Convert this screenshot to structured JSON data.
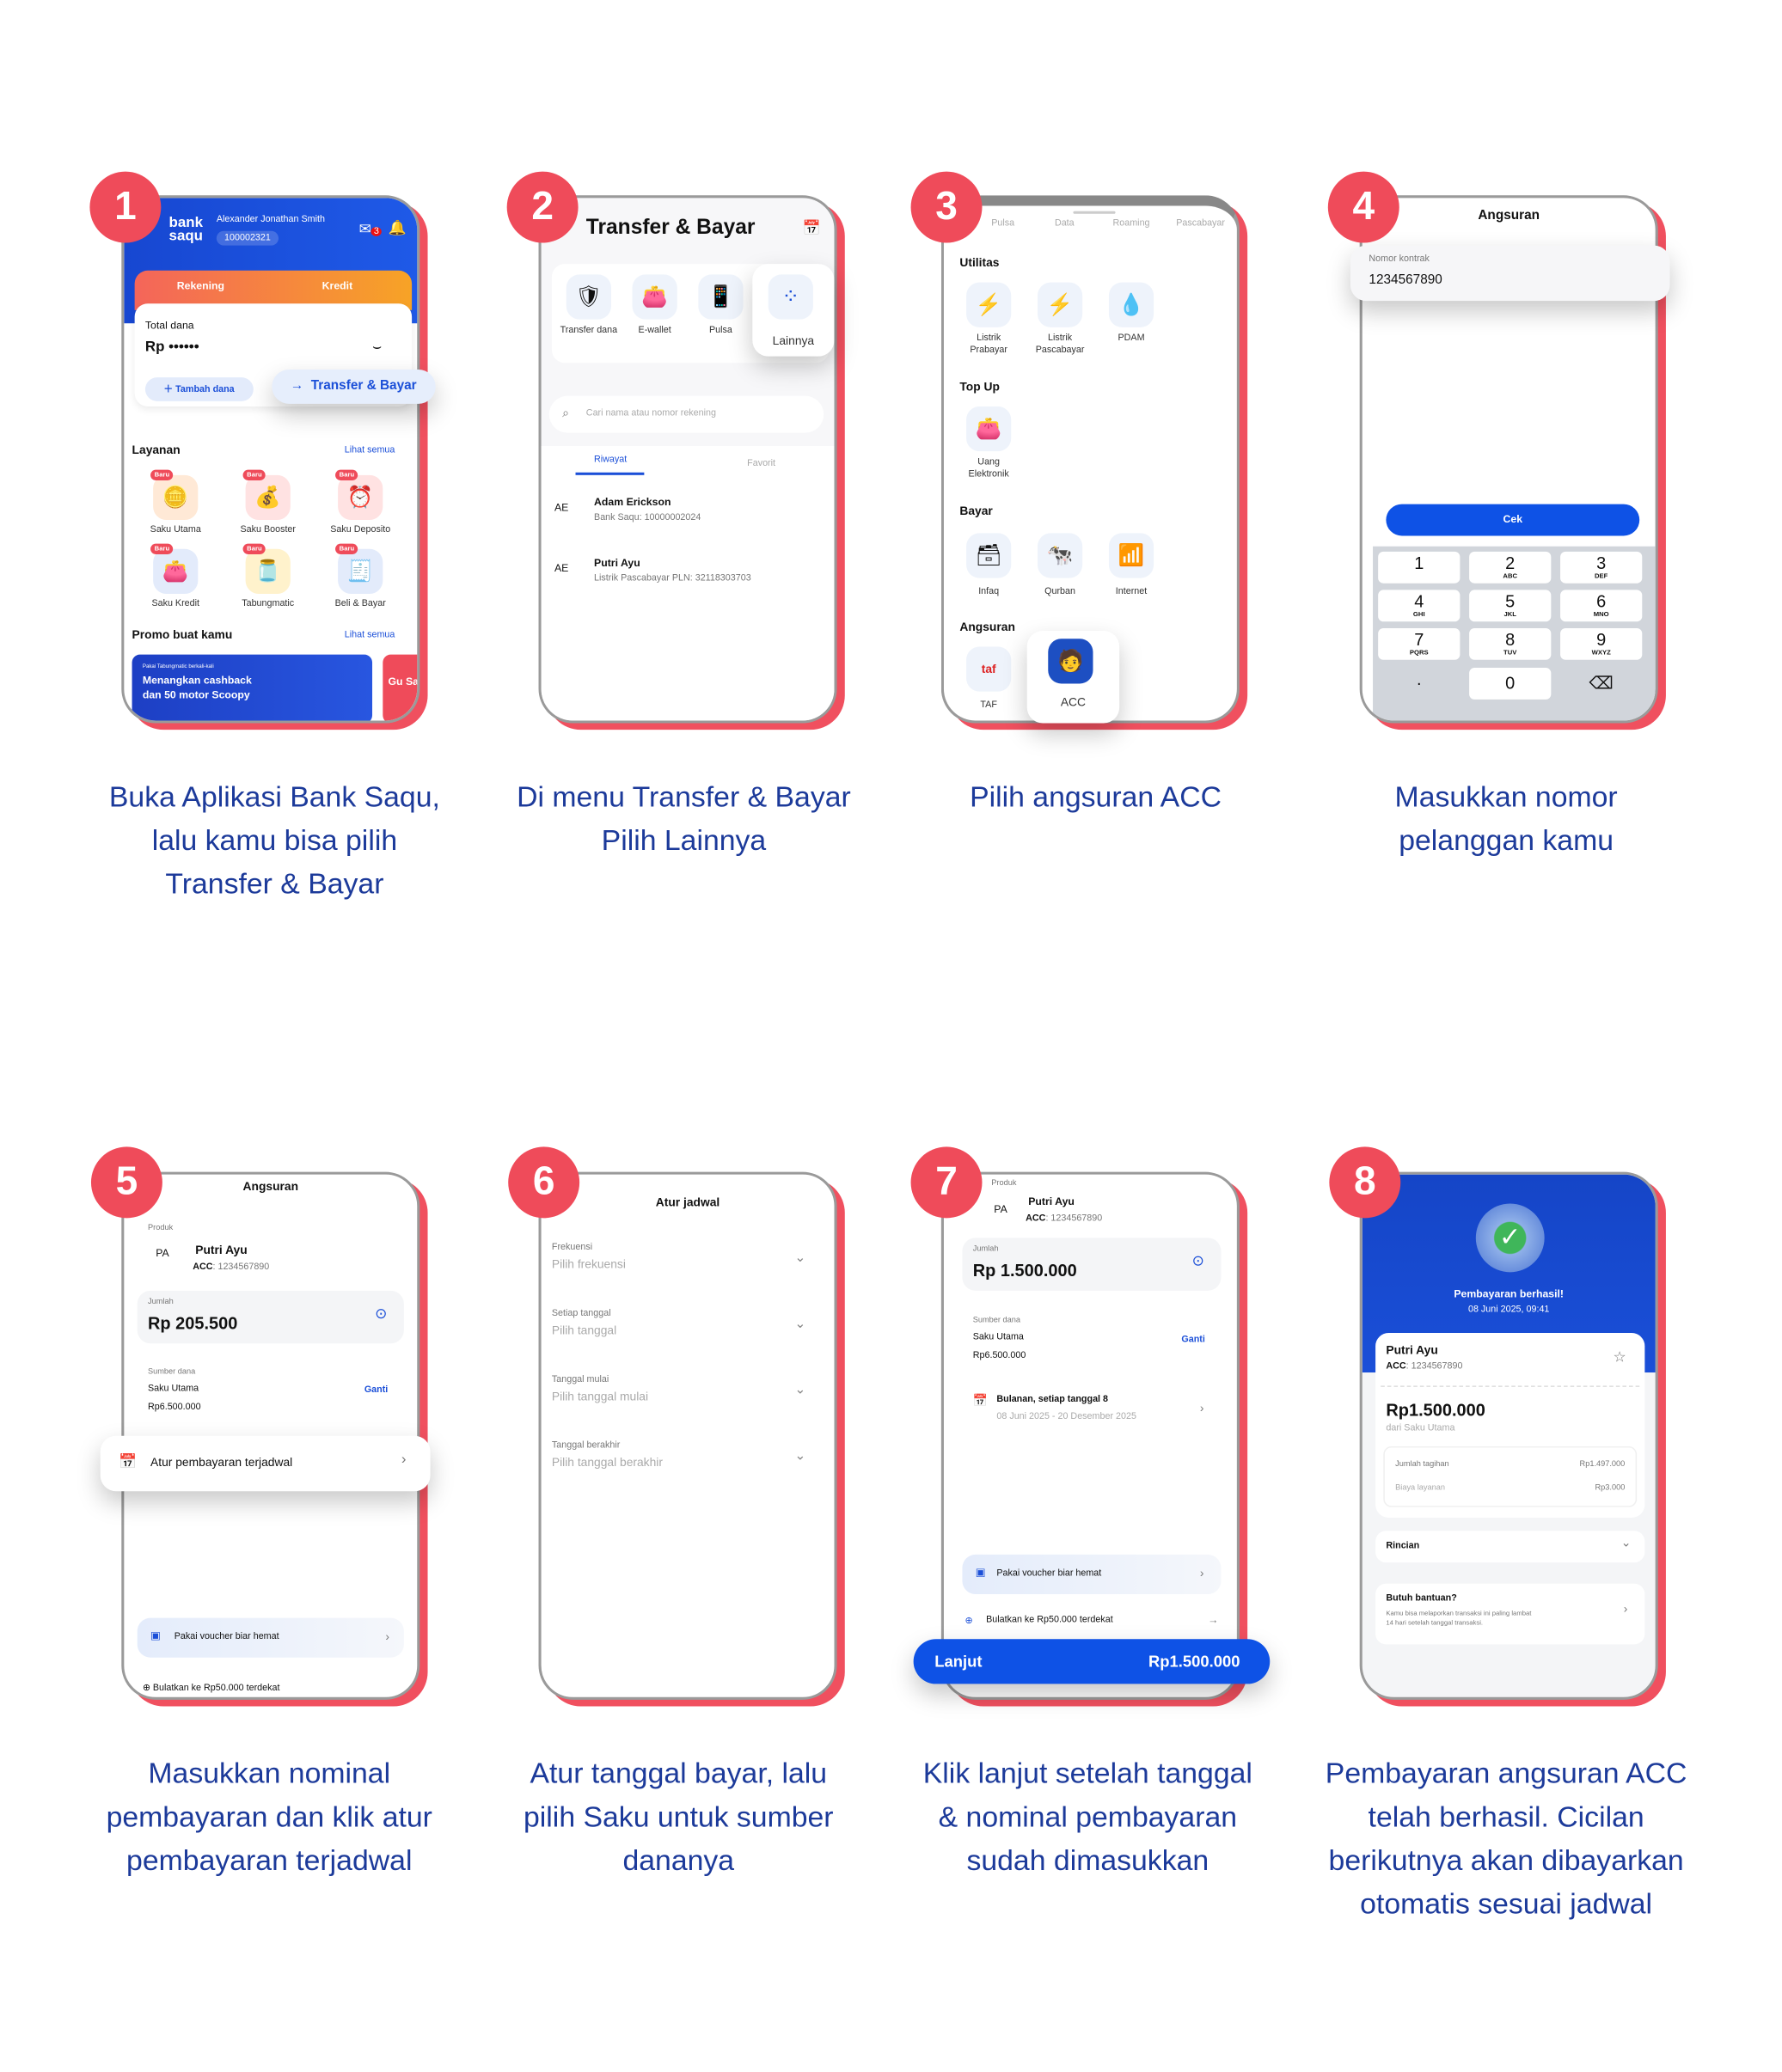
{
  "colors": {
    "accent_red": "#ef4b5a",
    "brand_blue": "#1b4fd8",
    "caption_blue": "#1c3a9a"
  },
  "steps": [
    {
      "number": "1",
      "caption": [
        "Buka Aplikasi Bank Saqu,",
        "lalu kamu bisa pilih",
        "Transfer & Bayar"
      ]
    },
    {
      "number": "2",
      "caption": [
        "Di menu Transfer & Bayar",
        "Pilih Lainnya"
      ]
    },
    {
      "number": "3",
      "caption": [
        "Pilih angsuran ACC"
      ]
    },
    {
      "number": "4",
      "caption": [
        "Masukkan nomor",
        "pelanggan kamu"
      ]
    },
    {
      "number": "5",
      "caption": [
        "Masukkan nominal",
        "pembayaran dan klik atur",
        "pembayaran terjadwal"
      ]
    },
    {
      "number": "6",
      "caption": [
        "Atur tanggal bayar, lalu",
        "pilih Saku untuk sumber",
        "dananya"
      ]
    },
    {
      "number": "7",
      "caption": [
        "Klik lanjut setelah tanggal",
        "& nominal pembayaran",
        "sudah dimasukkan"
      ]
    },
    {
      "number": "8",
      "caption": [
        "Pembayaran angsuran ACC",
        "telah berhasil. Cicilan",
        "berikutnya akan dibayarkan",
        "otomatis sesuai jadwal"
      ]
    }
  ],
  "s1": {
    "logo": "bank saqu",
    "user": "Alexander Jonathan Smith",
    "account": "100002321",
    "notif_count": "3",
    "tab_rekening": "Rekening",
    "tab_kredit": "Kredit",
    "total_label": "Total dana",
    "total_value": "Rp ••••••",
    "tambah": "Tambah dana",
    "transfer": "Transfer & Bayar",
    "layanan": "Layanan",
    "lihat": "Lihat semua",
    "new_badge": "Baru",
    "services": [
      "Saku Utama",
      "Saku Booster",
      "Saku Deposito",
      "Saku Kredit",
      "Tabungmatic",
      "Beli & Bayar"
    ],
    "promo": "Promo buat kamu",
    "promo_small": "Pakai Tabungmatic berkali-kali",
    "promo_line1": "Menangkan cashback",
    "promo_line2": "dan 50 motor Scoopy",
    "promo2": "Gu Sa"
  },
  "s2": {
    "title": "Transfer & Bayar",
    "menu": [
      "Transfer dana",
      "E-wallet",
      "Pulsa"
    ],
    "lainnya": "Lainnya",
    "search_placeholder": "Cari nama atau nomor rekening",
    "tab_riwayat": "Riwayat",
    "tab_favorit": "Favorit",
    "history": [
      {
        "initials": "AE",
        "name": "Adam Erickson",
        "detail": "Bank Saqu: 10000002024"
      },
      {
        "initials": "AE",
        "name": "Putri Ayu",
        "detail": "Listrik Pascabayar PLN: 32118303703"
      }
    ]
  },
  "s3": {
    "top_tabs": [
      "Pulsa",
      "Data",
      "Roaming",
      "Pascabayar"
    ],
    "utilitas": "Utilitas",
    "utilitas_items": [
      "Listrik Prabayar",
      "Listrik Pascabayar",
      "PDAM"
    ],
    "topup": "Top Up",
    "topup_items": [
      "Uang Elektronik"
    ],
    "bayar": "Bayar",
    "bayar_items": [
      "Infaq",
      "Qurban",
      "Internet"
    ],
    "angsuran": "Angsuran",
    "angsuran_items": [
      "TAF",
      "ACC"
    ],
    "taf_logo": "taf"
  },
  "s4": {
    "title": "Angsuran",
    "field_label": "Nomor kontrak",
    "field_value": "1234567890",
    "cek": "Cek",
    "keys": [
      [
        "1",
        ""
      ],
      [
        "2",
        "ABC"
      ],
      [
        "3",
        "DEF"
      ],
      [
        "4",
        "GHI"
      ],
      [
        "5",
        "JKL"
      ],
      [
        "6",
        "MNO"
      ],
      [
        "7",
        "PQRS"
      ],
      [
        "8",
        "TUV"
      ],
      [
        "9",
        "WXYZ"
      ]
    ],
    "dot": ".",
    "zero": "0"
  },
  "s5": {
    "title": "Angsuran",
    "produk": "Produk",
    "initials": "PA",
    "name": "Putri Ayu",
    "acc_label": "ACC",
    "acc_no": ": 1234567890",
    "jumlah": "Jumlah",
    "amount": "Rp 205.500",
    "sumber": "Sumber dana",
    "saku": "Saku Utama",
    "saldo": "Rp6.500.000",
    "ganti": "Ganti",
    "atur": "Atur pembayaran terjadwal",
    "voucher": "Pakai voucher biar hemat",
    "bulatkan": "Bulatkan ke Rp50.000 terdekat"
  },
  "s6": {
    "title": "Atur jadwal",
    "fields": [
      {
        "label": "Frekuensi",
        "placeholder": "Pilih frekuensi"
      },
      {
        "label": "Setiap tanggal",
        "placeholder": "Pilih tanggal"
      },
      {
        "label": "Tanggal mulai",
        "placeholder": "Pilih tanggal mulai"
      },
      {
        "label": "Tanggal berakhir",
        "placeholder": "Pilih tanggal berakhir"
      }
    ]
  },
  "s7": {
    "produk": "Produk",
    "initials": "PA",
    "name": "Putri Ayu",
    "acc_label": "ACC",
    "acc_no": ": 1234567890",
    "jumlah": "Jumlah",
    "amount": "Rp 1.500.000",
    "sumber": "Sumber dana",
    "saku": "Saku Utama",
    "saldo": "Rp6.500.000",
    "ganti": "Ganti",
    "schedule": "Bulanan, setiap tanggal 8",
    "schedule_range": "08 Juni 2025 - 20 Desember 2025",
    "voucher": "Pakai voucher biar hemat",
    "bulatkan": "Bulatkan ke Rp50.000 terdekat",
    "lanjut": "Lanjut",
    "lanjut_amount": "Rp1.500.000"
  },
  "s8": {
    "status": "Pembayaran berhasil!",
    "datetime": "08 Juni 2025, 09:41",
    "name": "Putri Ayu",
    "acc_label": "ACC",
    "acc_no": ": 1234567890",
    "amount": "Rp1.500.000",
    "source": "dari Saku Utama",
    "tagihan_label": "Jumlah tagihan",
    "tagihan": "Rp1.497.000",
    "biaya_label": "Biaya layanan",
    "biaya": "Rp3.000",
    "rincian": "Rincian",
    "help_title": "Butuh bantuan?",
    "help_text1": "Kamu bisa melaporkan transaksi ini paling lambat",
    "help_text2": "14 hari setelah tanggal transaksi."
  }
}
